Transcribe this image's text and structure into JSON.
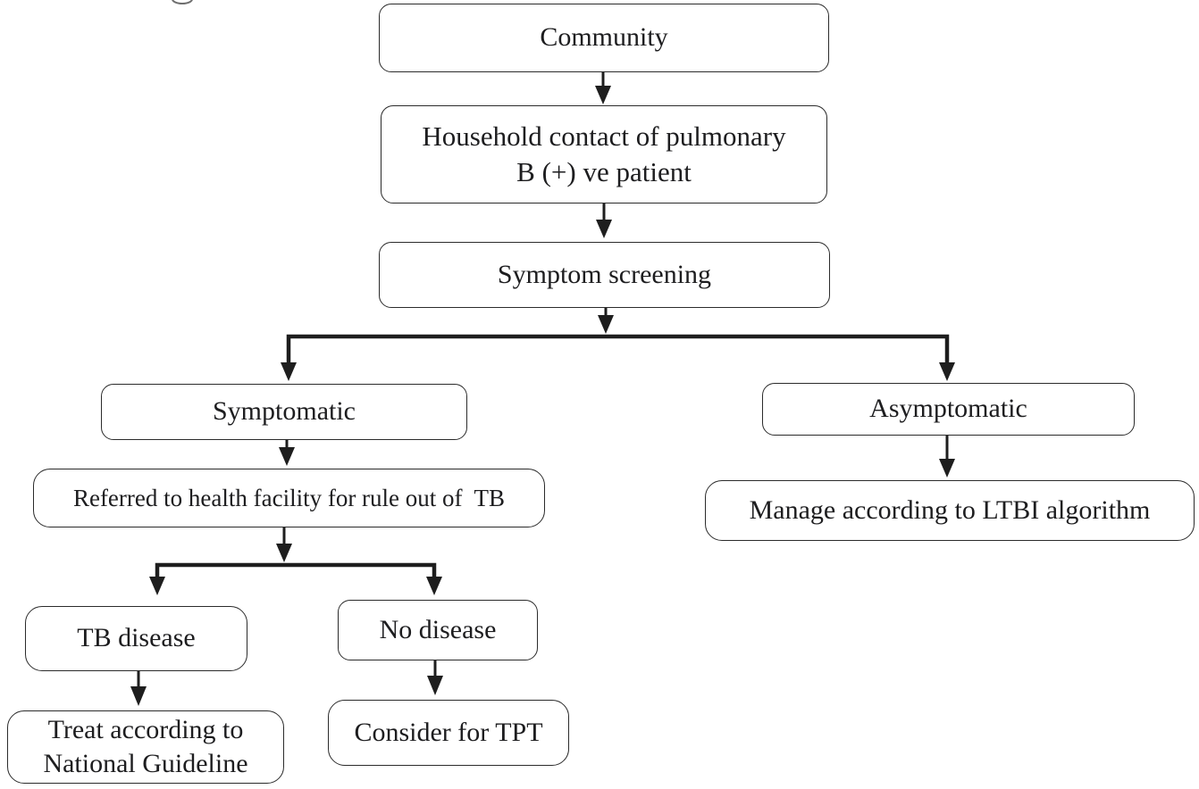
{
  "figure": {
    "type": "flowchart",
    "background_color": "#ffffff",
    "ink_color": "#1e1e1e",
    "description": "TB household contact screening algorithm"
  },
  "nodes": {
    "community": {
      "label": "Community"
    },
    "household": {
      "label": "Household contact of pulmonary\nB (+) ve patient"
    },
    "symptom": {
      "label": "Symptom screening"
    },
    "symptomatic": {
      "label": "Symptomatic"
    },
    "asymptomatic": {
      "label": "Asymptomatic"
    },
    "referred": {
      "label": "Referred to health facility for rule out of  TB"
    },
    "manage": {
      "label": "Manage according to LTBI algorithm"
    },
    "tb_disease": {
      "label": "TB disease"
    },
    "no_disease": {
      "label": "No disease"
    },
    "treat": {
      "label": "Treat according to\nNational Guideline"
    },
    "consider": {
      "label": "Consider for TPT"
    }
  },
  "edges": [
    {
      "from": "community",
      "to": "household"
    },
    {
      "from": "household",
      "to": "symptom"
    },
    {
      "from": "symptom",
      "to": "symptomatic"
    },
    {
      "from": "symptom",
      "to": "asymptomatic"
    },
    {
      "from": "symptomatic",
      "to": "referred"
    },
    {
      "from": "asymptomatic",
      "to": "manage"
    },
    {
      "from": "referred",
      "to": "tb_disease"
    },
    {
      "from": "referred",
      "to": "no_disease"
    },
    {
      "from": "tb_disease",
      "to": "treat"
    },
    {
      "from": "no_disease",
      "to": "consider"
    }
  ]
}
